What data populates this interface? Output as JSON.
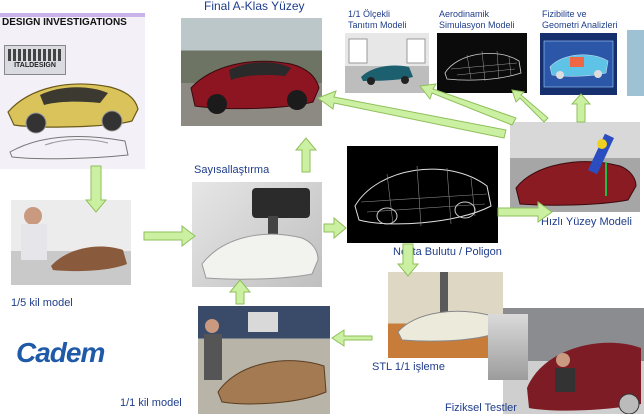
{
  "header": {
    "title": "DESIGN INVESTIGATIONS",
    "logo_text": "ITALDESIGN"
  },
  "logo": {
    "text": "Cadem"
  },
  "labels": {
    "final_surface": "Final A-Klas Yüzey",
    "digitize": "Sayısallaştırma",
    "full_scale_presentation": [
      "1/1 Ölçekli",
      "Tanıtım Modeli"
    ],
    "aero": [
      "Aerodinamik",
      "Simulasyon Modeli"
    ],
    "feasibility": [
      "Fizibilite ve",
      "Geometri Analizleri"
    ],
    "point_cloud": "Nokta Bulutu / Poligon",
    "fast_surface": "Hızlı Yüzey Modeli",
    "clay_15": "1/5 kil model",
    "clay_11": "1/1 kil model",
    "stl_machining": "STL 1/1 işleme",
    "physical_tests": "Fiziksel Testler"
  },
  "colors": {
    "label_text": "#1f3d8a",
    "arrow_fill": "#ccf0a2",
    "arrow_stroke": "#8fbf5a",
    "header_bg": "#c9b3ea",
    "logo_blue": "#1e5aa8"
  }
}
